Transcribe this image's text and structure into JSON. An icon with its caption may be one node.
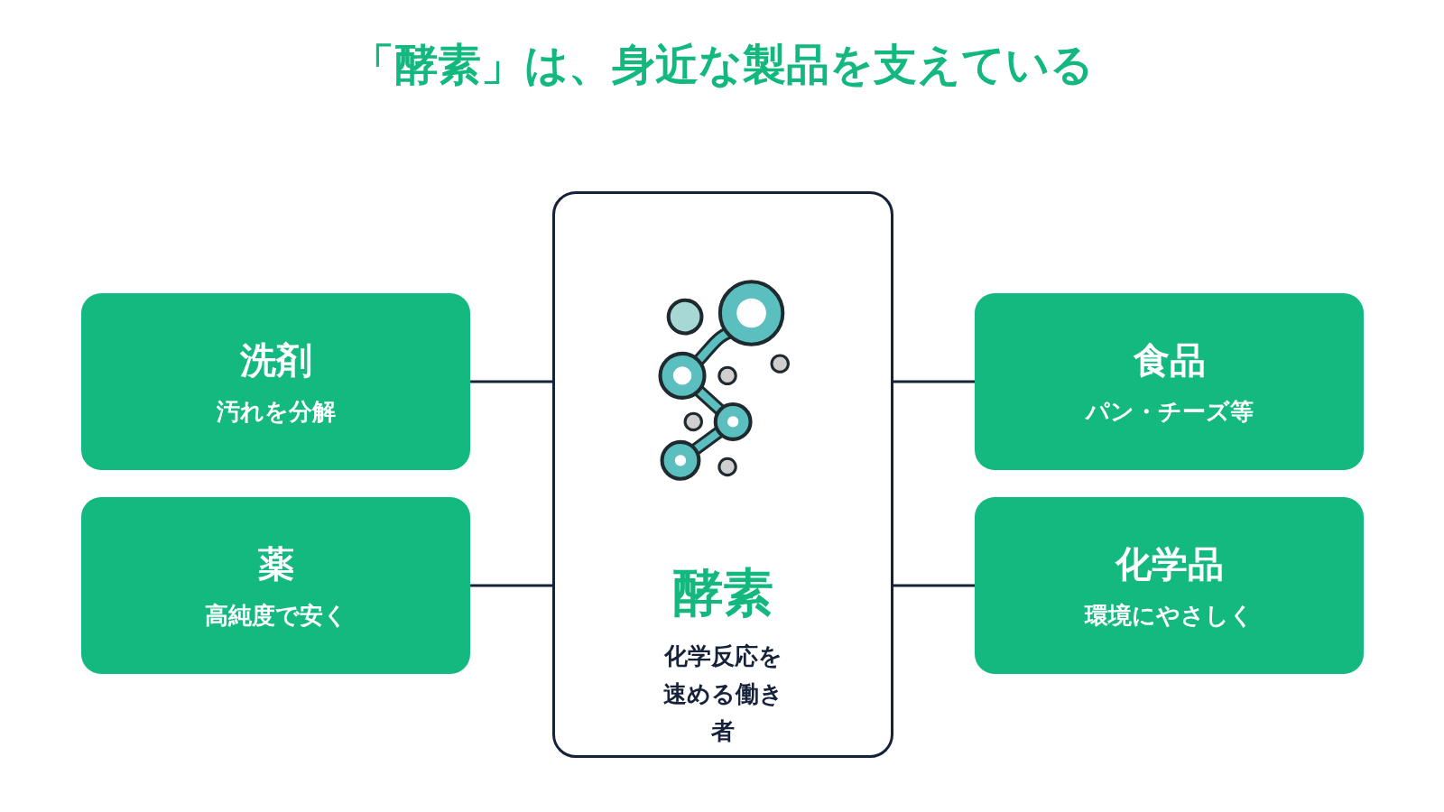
{
  "diagram": {
    "title": "「酵素」は、身近な製品を支えている",
    "nodes": [
      {
        "text": [
          "酵素",
          "化学反応を速める働き者"
        ]
      },
      {
        "text": [
          "洗剤",
          "汚れを分解"
        ]
      },
      {
        "text": [
          "薬",
          "高純度で安く"
        ]
      },
      {
        "text": [
          "食品",
          "パン・チーズ等"
        ]
      },
      {
        "text": [
          "化学品",
          "環境にやさしく"
        ]
      }
    ],
    "edges": [
      {
        "from": 1,
        "to": 0,
        "arrow": "none"
      },
      {
        "from": 2,
        "to": 0,
        "arrow": "none"
      },
      {
        "from": 0,
        "to": 3,
        "arrow": "none"
      },
      {
        "from": 0,
        "to": 4,
        "arrow": "none"
      }
    ]
  }
}
